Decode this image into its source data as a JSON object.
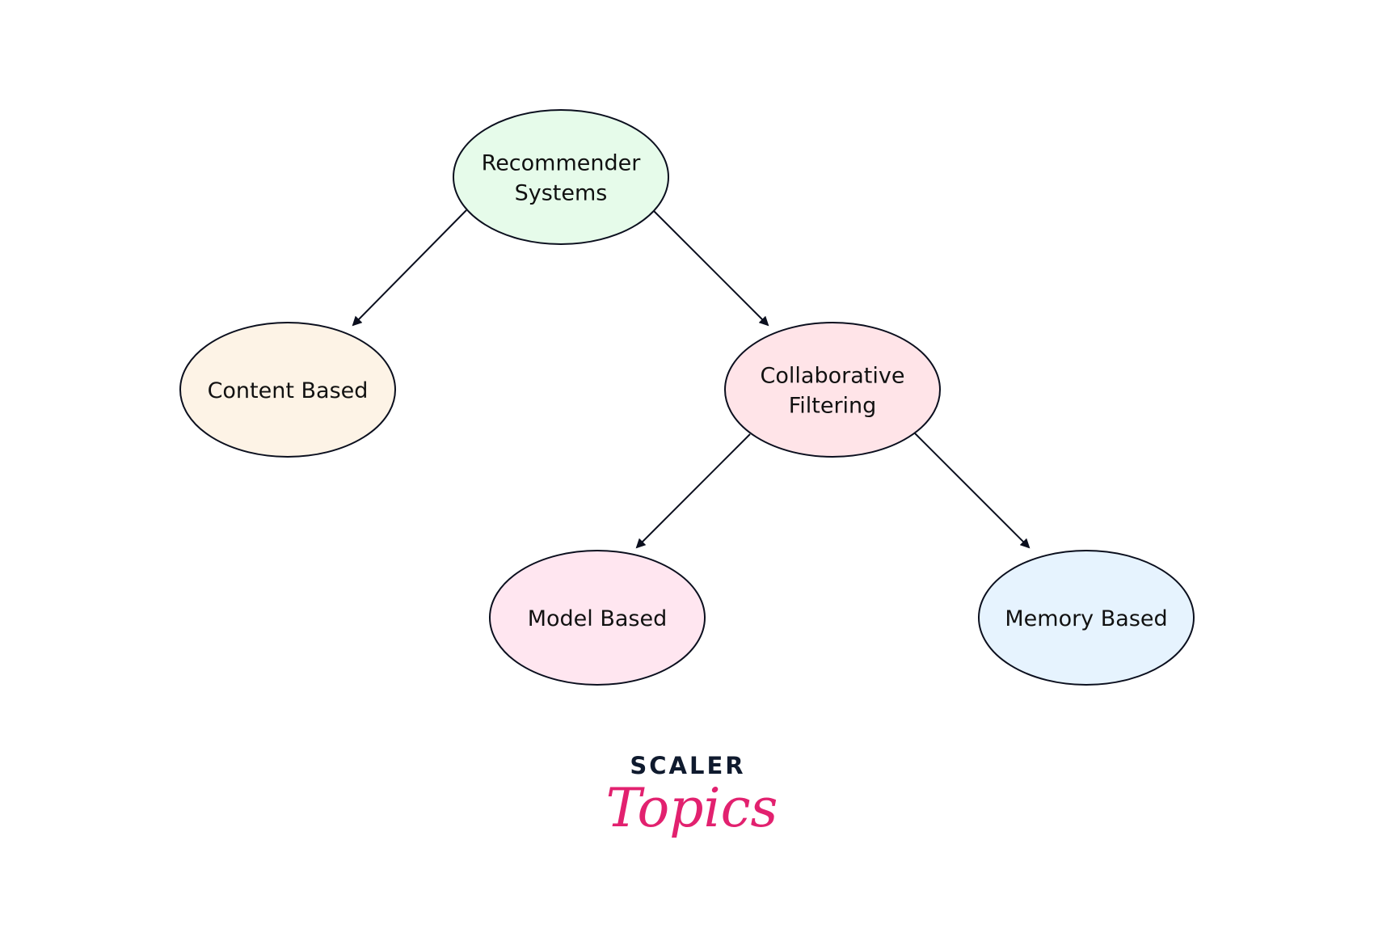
{
  "diagram": {
    "title": "Recommender Systems taxonomy",
    "nodes": [
      {
        "id": "root",
        "lines": [
          "Recommender",
          "Systems"
        ],
        "fill": "#E6FBEA"
      },
      {
        "id": "content",
        "lines": [
          "Content Based"
        ],
        "fill": "#FDF3E6"
      },
      {
        "id": "collab",
        "lines": [
          "Collaborative",
          "Filtering"
        ],
        "fill": "#FFE4E8"
      },
      {
        "id": "model",
        "lines": [
          "Model Based"
        ],
        "fill": "#FFE6F0"
      },
      {
        "id": "memory",
        "lines": [
          "Memory Based"
        ],
        "fill": "#E6F3FE"
      }
    ],
    "edges": [
      {
        "from": "root",
        "to": "content"
      },
      {
        "from": "root",
        "to": "collab"
      },
      {
        "from": "collab",
        "to": "model"
      },
      {
        "from": "collab",
        "to": "memory"
      }
    ],
    "stroke_color": "#0B0F1E"
  },
  "logo": {
    "top": "SCALER",
    "bottom": "Topics",
    "top_color": "#0F1A2E",
    "bottom_color": "#E2216F"
  }
}
